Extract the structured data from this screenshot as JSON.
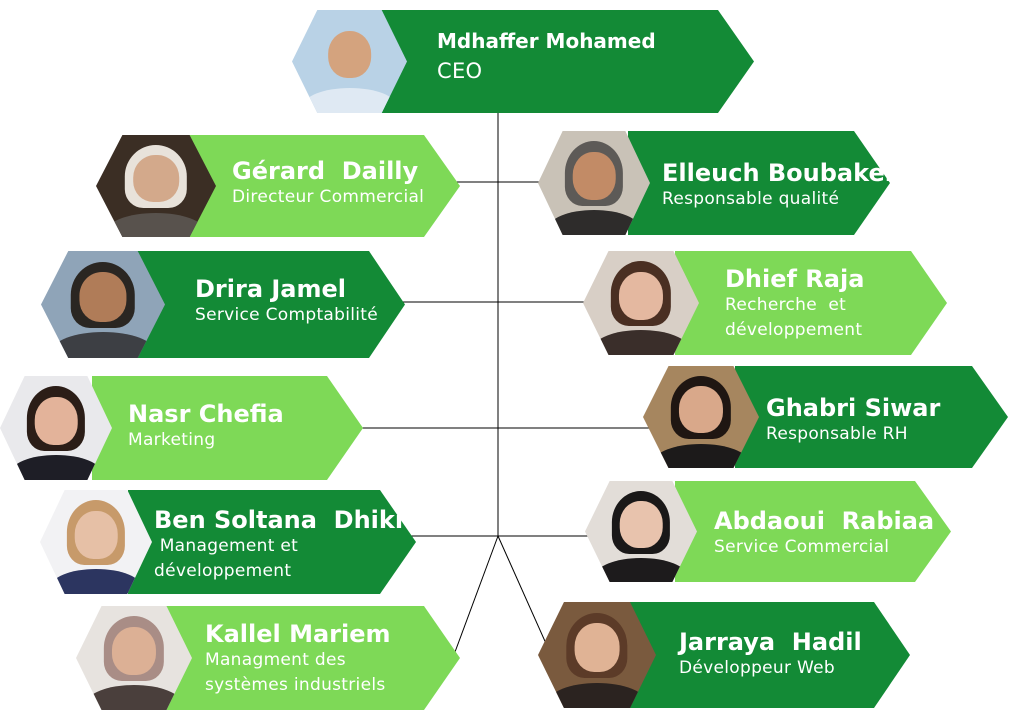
{
  "ceo": {
    "name": "Mdhaffer Mohamed",
    "role": "CEO"
  },
  "left": [
    {
      "name": "Gérard  Dailly",
      "role": "Directeur Commercial"
    },
    {
      "name": "Drira Jamel",
      "role": "Service Comptabilité"
    },
    {
      "name": "Nasr Chefia",
      "role": "Marketing"
    },
    {
      "name": "Ben Soltana  Dhikra",
      "role": " Management et\ndéveloppement"
    },
    {
      "name": "Kallel Mariem",
      "role": "Managment des\nsystèmes industriels"
    }
  ],
  "right": [
    {
      "name": "Elleuch Boubaker",
      "role": "Responsable qualité"
    },
    {
      "name": "Dhief Raja",
      "role": "Recherche  et\ndéveloppement"
    },
    {
      "name": "Ghabri Siwar",
      "role": "Responsable RH"
    },
    {
      "name": "Abdaoui  Rabiaa",
      "role": "Service Commercial"
    },
    {
      "name": "Jarraya  Hadil",
      "role": "Développeur Web"
    }
  ],
  "colors": {
    "dark_green": "#138a36",
    "light_green": "#7ed957",
    "line": "#000000"
  }
}
